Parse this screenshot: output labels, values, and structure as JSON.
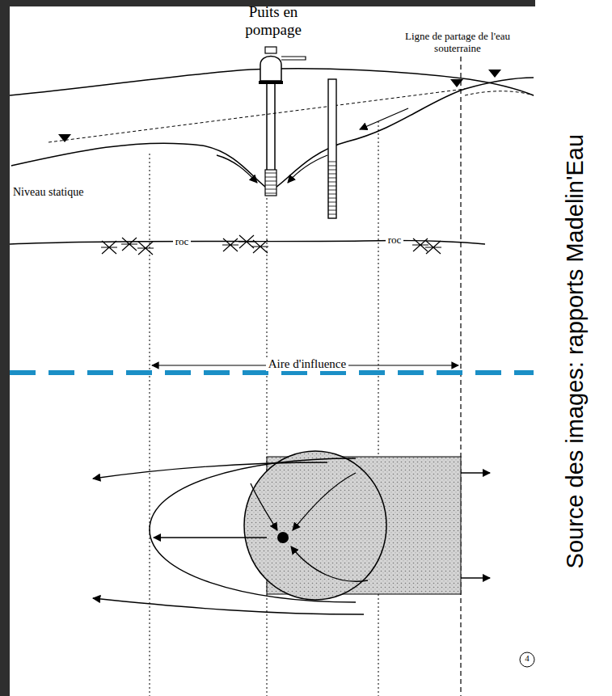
{
  "diagram": {
    "labels": [
      "Puits en pompage",
      "Ligne de partage de l'eau souterraine",
      "Niveau statique",
      "roc",
      "roc",
      "Aire d'influence",
      "Source des images: rapports Madelin'Eau",
      "4"
    ]
  }
}
